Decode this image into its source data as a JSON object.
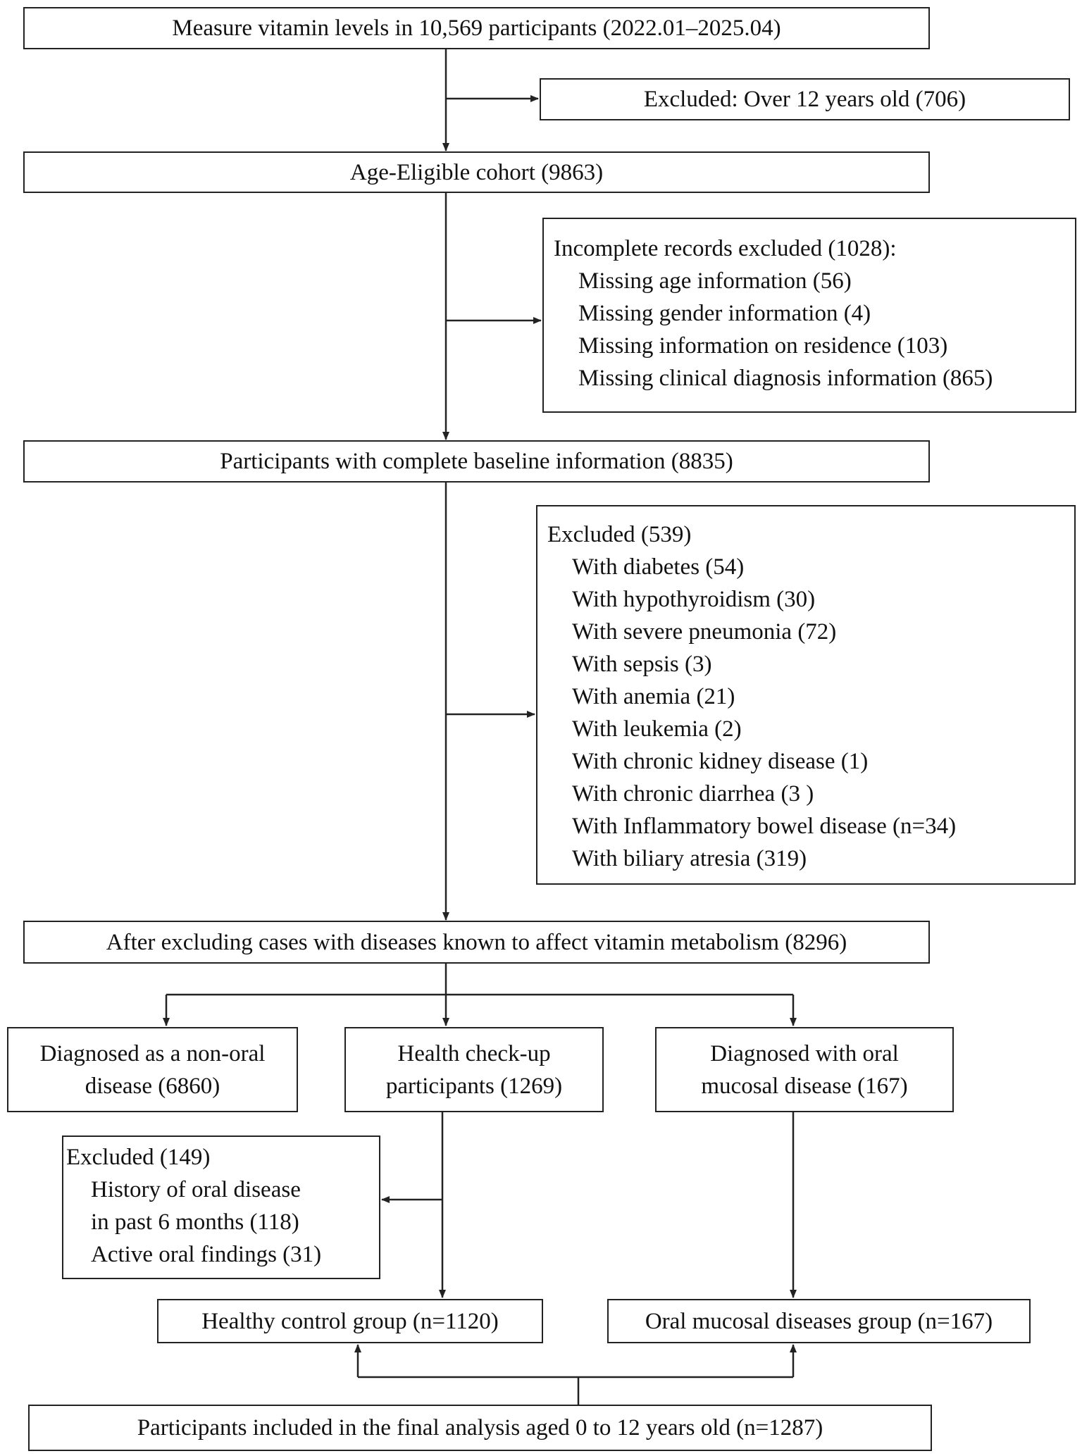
{
  "boxes": {
    "measure": "Measure vitamin levels in 10,569 participants (2022.01–2025.04)",
    "excluded_age": "Excluded: Over 12 years old (706)",
    "age_eligible": "Age-Eligible cohort (9863)",
    "incomplete": {
      "title": "Incomplete records excluded (1028):",
      "items": [
        "Missing age information (56)",
        "Missing gender information (4)",
        "Missing information on residence (103)",
        "Missing clinical diagnosis information (865)"
      ]
    },
    "complete_baseline": "Participants with complete baseline information (8835)",
    "excluded_diseases": {
      "title": "Excluded (539)",
      "items": [
        "With diabetes (54)",
        "With hypothyroidism (30)",
        "With severe pneumonia (72)",
        "With sepsis (3)",
        "With anemia (21)",
        "With leukemia (2)",
        "With chronic kidney disease (1)",
        "With chronic diarrhea (3 )",
        "With Inflammatory bowel disease (n=34)",
        "With biliary atresia (319)"
      ]
    },
    "after_excluding": "After excluding cases with diseases known to affect vitamin metabolism (8296)",
    "non_oral": [
      "Diagnosed as a non-oral",
      "disease (6860)"
    ],
    "health_checkup": [
      "Health check-up",
      "participants (1269)"
    ],
    "oral_mucosal": [
      "Diagnosed with oral",
      "mucosal disease (167)"
    ],
    "excluded_oral": {
      "title": "Excluded (149)",
      "items": [
        "History of oral disease",
        "in past 6 months (118)",
        "Active oral findings (31)"
      ]
    },
    "healthy_control": "Healthy control group (n=1120)",
    "oral_group": "Oral mucosal diseases group (n=167)",
    "final": "Participants included in the final analysis aged 0 to 12 years old (n=1287)"
  }
}
